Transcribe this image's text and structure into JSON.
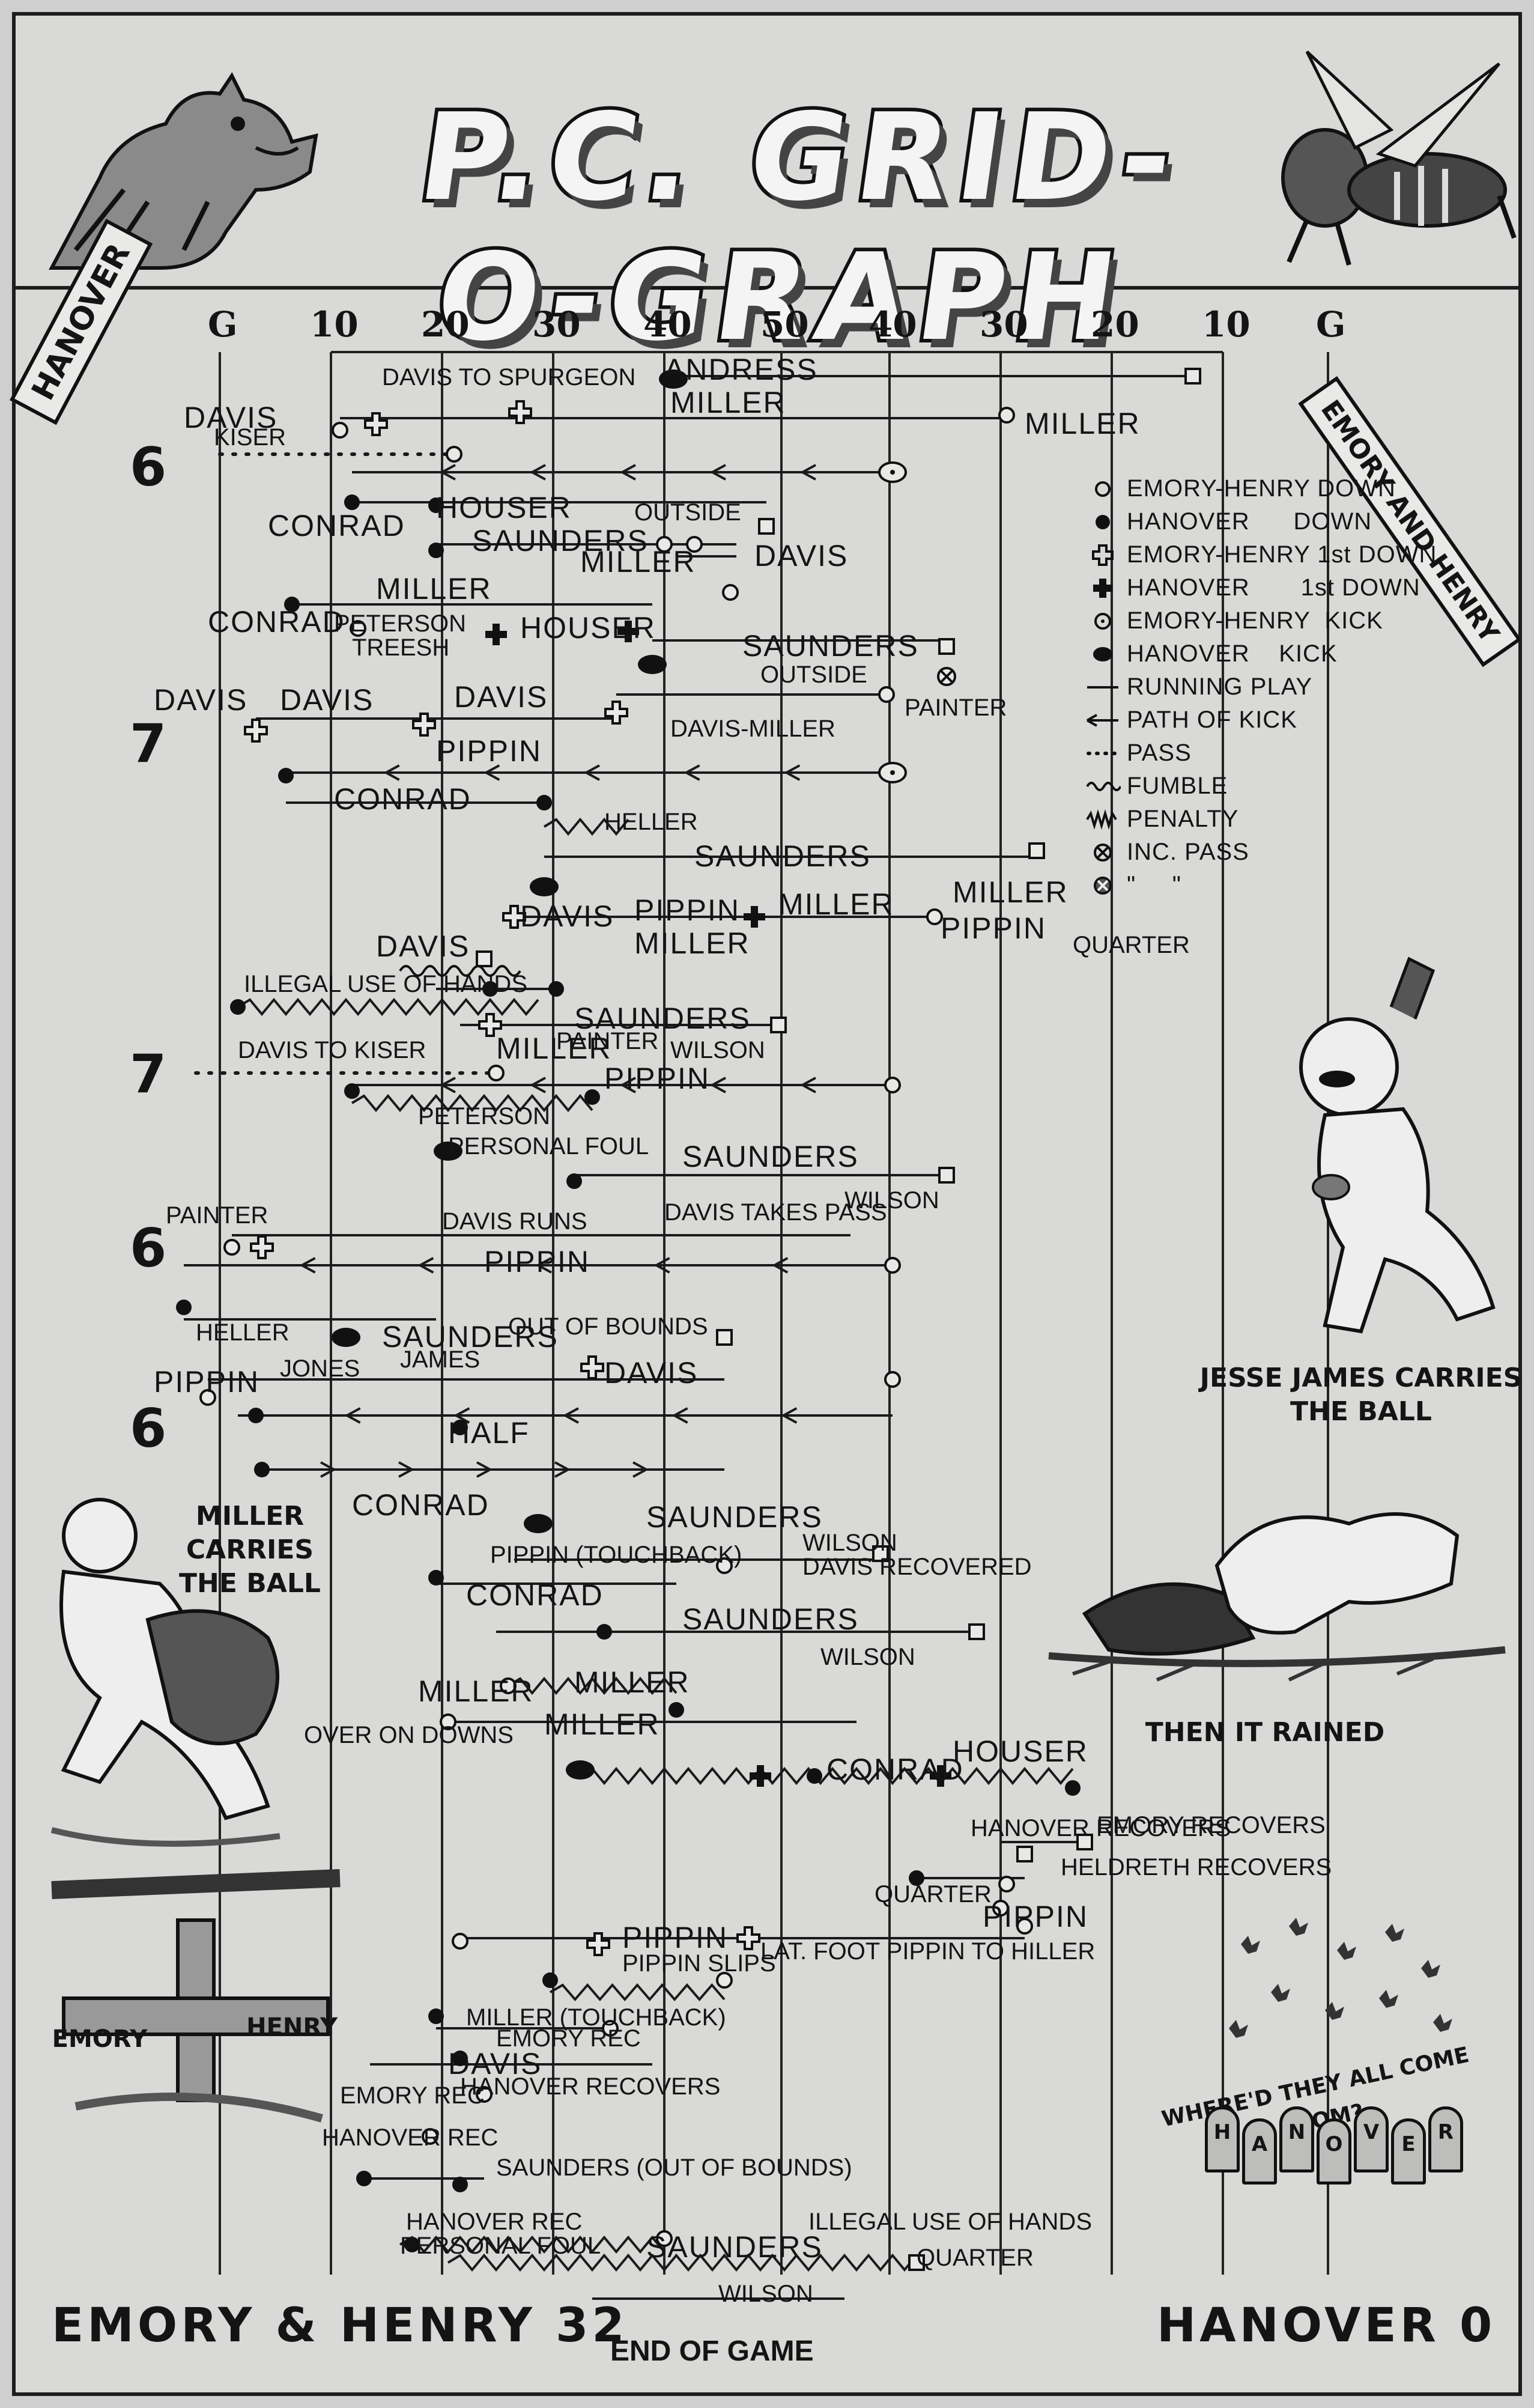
{
  "title": "P.C. GRID-O-GRAPH",
  "yard_labels": [
    "G",
    "10",
    "20",
    "30",
    "40",
    "50",
    "40",
    "30",
    "20",
    "10",
    "G"
  ],
  "teams": {
    "left_banner": "HANOVER",
    "right_banner": "EMORY AND HENRY"
  },
  "legend": [
    {
      "symbol": "open-circle",
      "label": "EMORY-HENRY DOWN"
    },
    {
      "symbol": "filled-circle",
      "label": "HANOVER      DOWN"
    },
    {
      "symbol": "open-cross",
      "label": "EMORY-HENRY 1st DOWN"
    },
    {
      "symbol": "filled-cross",
      "label": "HANOVER       1st DOWN"
    },
    {
      "symbol": "dot-circle",
      "label": "EMORY-HENRY  KICK"
    },
    {
      "symbol": "filled-oval",
      "label": "HANOVER    KICK"
    },
    {
      "symbol": "line",
      "label": "RUNNING PLAY"
    },
    {
      "symbol": "arrow-line",
      "label": "PATH OF KICK"
    },
    {
      "symbol": "dots",
      "label": "PASS"
    },
    {
      "symbol": "wave",
      "label": "FUMBLE"
    },
    {
      "symbol": "zigzag",
      "label": "PENALTY"
    },
    {
      "symbol": "x-circle",
      "label": "INC. PASS"
    },
    {
      "symbol": "x-circle-2",
      "label": "\"     \""
    }
  ],
  "quarter_scores": [
    "6",
    "7",
    "7",
    "6",
    "6"
  ],
  "play_labels": [
    "ANDRESS",
    "DAVIS TO SPURGEON",
    "MILLER",
    "DAVIS",
    "KISER",
    "MILLER",
    "CONRAD",
    "HOUSER",
    "OUTSIDE",
    "SAUNDERS",
    "MILLER",
    "DAVIS",
    "MILLER",
    "CONRAD",
    "PETERSON",
    "TREESH",
    "HOUSER",
    "SAUNDERS",
    "OUTSIDE",
    "DAVIS",
    "DAVIS",
    "DAVIS",
    "DAVIS-MILLER",
    "PAINTER",
    "PIPPIN",
    "CONRAD",
    "HELLER",
    "SAUNDERS",
    "MILLER",
    "DAVIS",
    "PIPPIN",
    "MILLER",
    "MILLER",
    "PIPPIN",
    "QUARTER",
    "DAVIS",
    "ILLEGAL USE OF HANDS",
    "SAUNDERS",
    "MILLER",
    "PAINTER",
    "WILSON",
    "DAVIS TO KISER",
    "PIPPIN",
    "PETERSON",
    "PERSONAL FOUL",
    "SAUNDERS",
    "PAINTER",
    "DAVIS RUNS",
    "DAVIS TAKES PASS",
    "WILSON",
    "PIPPIN",
    "HELLER",
    "SAUNDERS",
    "OUT OF BOUNDS",
    "JONES",
    "JAMES",
    "DAVIS",
    "PIPPIN",
    "HALF",
    "CONRAD",
    "SAUNDERS",
    "PIPPIN (TOUCHBACK)",
    "WILSON",
    "DAVIS RECOVERED",
    "CONRAD",
    "SAUNDERS",
    "WILSON",
    "MILLER",
    "MILLER",
    "OVER ON DOWNS",
    "MILLER",
    "CONRAD",
    "HOUSER",
    "HANOVER RECOVERS",
    "EMORY RECOVERS",
    "HELDRETH RECOVERS",
    "QUARTER",
    "PIPPIN",
    "PIPPIN",
    "LAT. FOOT PIPPIN TO HILLER",
    "PIPPIN SLIPS",
    "MILLER (TOUCHBACK)",
    "EMORY REC",
    "DAVIS",
    "HANOVER RECOVERS",
    "EMORY REC",
    "HANOVER REC",
    "SAUNDERS (OUT OF BOUNDS)",
    "HANOVER REC",
    "PERSONAL FOUL",
    "SAUNDERS",
    "ILLEGAL USE OF HANDS",
    "WILSON",
    "QUARTER",
    "END OF GAME"
  ],
  "captions": {
    "jesse": "JESSE JAMES CARRIES THE BALL",
    "miller": "MILLER CARRIES THE BALL",
    "rain": "THEN IT RAINED",
    "swarm": "WHERE'D THEY ALL COME FROM?",
    "grave_left": "EMORY",
    "grave_right": "HENRY",
    "tombstones": [
      "H",
      "A",
      "N",
      "O",
      "V",
      "E",
      "R"
    ]
  },
  "final_score": {
    "left": "EMORY & HENRY 32",
    "right": "HANOVER 0"
  }
}
